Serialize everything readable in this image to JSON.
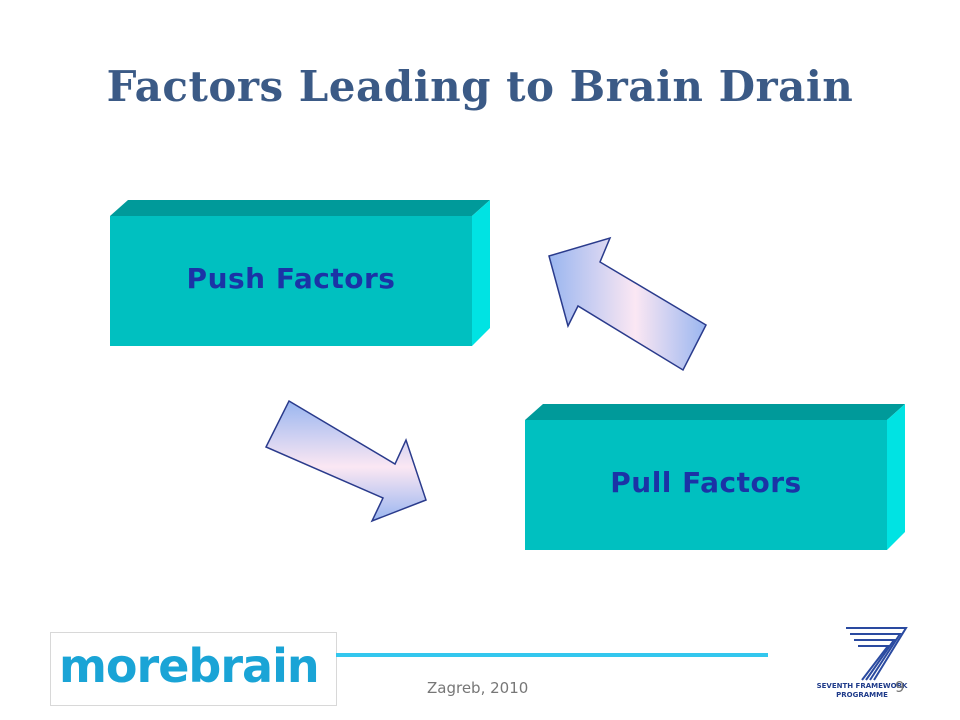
{
  "slide": {
    "title": "Factors Leading to Brain Drain"
  },
  "boxes": {
    "push": {
      "label": "Push Factors"
    },
    "pull": {
      "label": "Pull Factors"
    }
  },
  "arrows": [
    {
      "name": "arrow-pull-to-push",
      "direction": "up-left"
    },
    {
      "name": "arrow-push-to-pull",
      "direction": "down-right"
    }
  ],
  "footer": {
    "logo_text": "morebrain",
    "location_date": "Zagreb, 2010",
    "page_number": "9",
    "fp7_caption_line1": "SEVENTH FRAMEWORK",
    "fp7_caption_line2": "PROGRAMME"
  },
  "colors": {
    "title": "#3b5a86",
    "box_face": "#00c0c0",
    "box_top": "#009a9a",
    "box_side": "#00e3e3",
    "box_label": "#1b33a6",
    "arrow_gradient_start": "#9ab6f0",
    "arrow_gradient_mid": "#fbe7f3",
    "arrow_outline": "#2a3b8c",
    "footer_line": "#33c7ee",
    "logo": "#1aa4d6"
  }
}
